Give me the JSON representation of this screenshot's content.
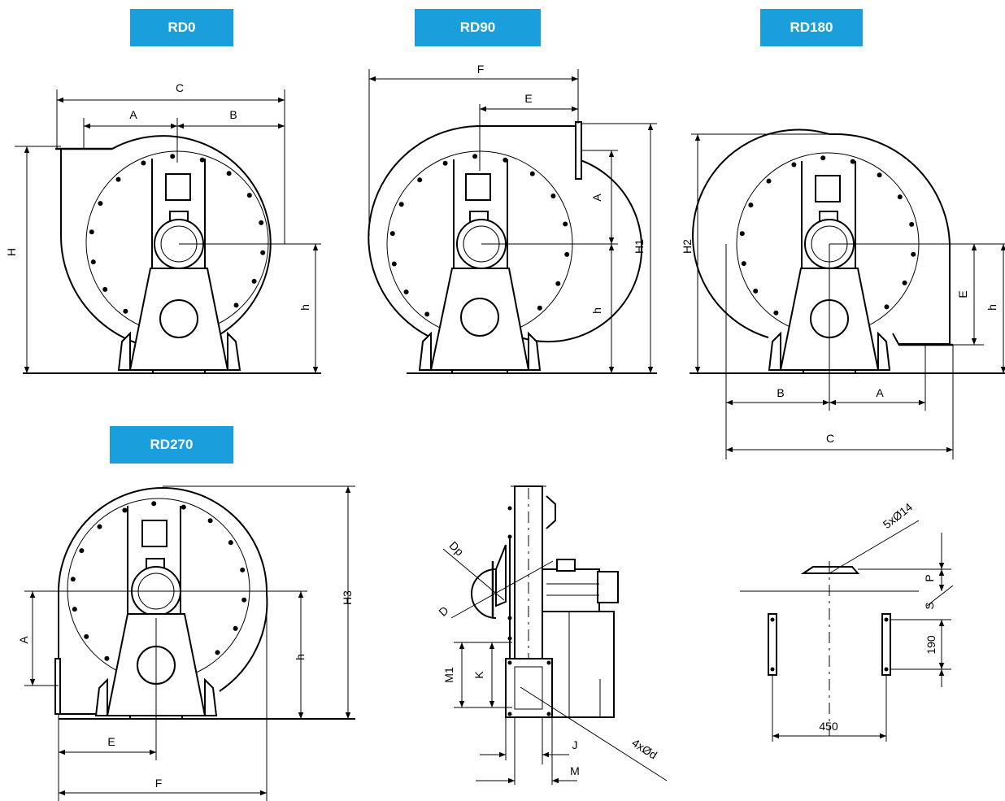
{
  "views": {
    "rd0": "RD0",
    "rd90": "RD90",
    "rd180": "RD180",
    "rd270": "RD270"
  },
  "dims": {
    "rd0": {
      "c": "C",
      "a": "A",
      "b": "B",
      "h_total": "H",
      "h": "h"
    },
    "rd90": {
      "f": "F",
      "e": "E",
      "a": "A",
      "h": "h",
      "h1": "H1"
    },
    "rd180": {
      "h2": "H2",
      "e": "E",
      "h": "h",
      "b": "B",
      "a": "A",
      "c": "C"
    },
    "rd270": {
      "a": "A",
      "h": "h",
      "h3": "H3",
      "e": "E",
      "f": "F"
    },
    "side": {
      "dp": "Dp",
      "d": "D",
      "m1": "M1",
      "k": "K",
      "j": "J",
      "m": "M",
      "holes": "4xØd"
    },
    "base": {
      "holes": "5xØ14",
      "p": "P",
      "s": "S",
      "v190": "190",
      "v450": "450"
    }
  }
}
